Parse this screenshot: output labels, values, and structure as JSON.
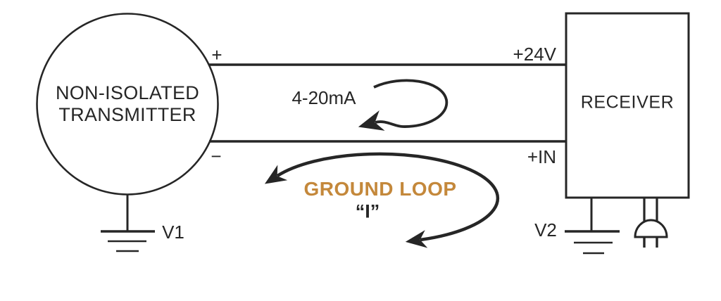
{
  "diagram_title": "non-isolated transmitter ground loop diagram",
  "colors": {
    "line": "#262626",
    "accent_orange": "#c4883b",
    "background": "#ffffff"
  },
  "transmitter": {
    "label_line1": "NON-ISOLATED",
    "label_line2": "TRANSMITTER",
    "plus_terminal": "+",
    "minus_terminal": "−",
    "ground_label": "V1"
  },
  "receiver": {
    "label": "RECEIVER",
    "top_terminal": "+24V",
    "bottom_terminal": "+IN",
    "ground_label": "V2"
  },
  "current_loop": {
    "label": "4-20mA"
  },
  "ground_loop": {
    "label": "GROUND LOOP",
    "current_symbol": "“I”"
  },
  "icons": {
    "current_loop_arrow": "clockwise-loop-arrow",
    "ground_loop_arrow": "double-headed-loop-arrow",
    "transmitter_ground": "earth-ground-symbol",
    "receiver_ground": "earth-ground-symbol",
    "plug": "ac-plug"
  }
}
